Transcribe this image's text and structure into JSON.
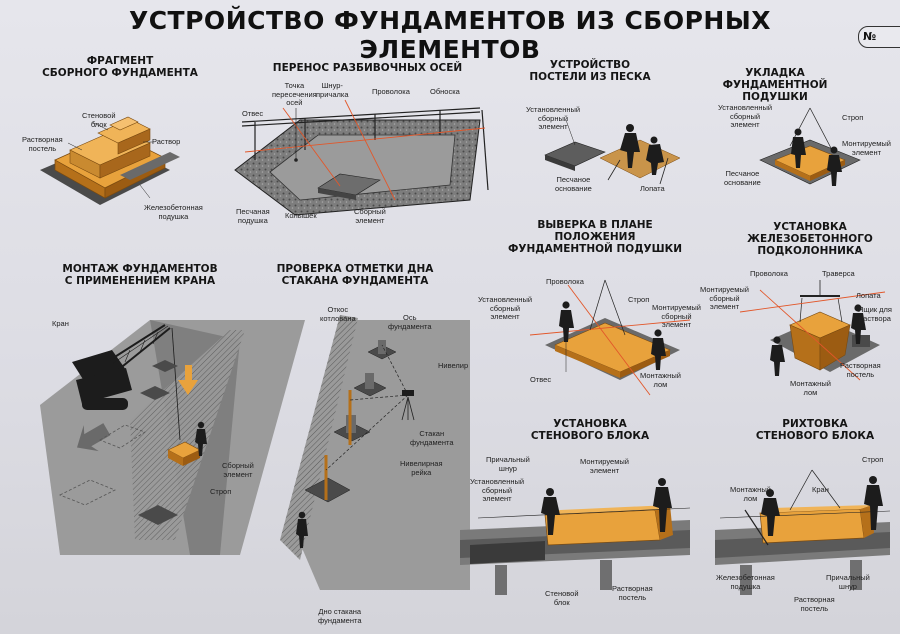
{
  "header": {
    "title": "УСТРОЙСТВО ФУНДАМЕНТОВ ИЗ СБОРНЫХ ЭЛЕМЕНТОВ",
    "plate": "№"
  },
  "sections": {
    "fragment": {
      "title": [
        "ФРАГМЕНТ",
        "СБОРНОГО ФУНДАМЕНТА"
      ],
      "labels": {
        "wall_block": [
          "Стеновой",
          "блок"
        ],
        "mortar_bed": [
          "Растворная",
          "постель"
        ],
        "mortar": "Раствор",
        "rc_pad": [
          "Железобетонная",
          "подушка"
        ]
      }
    },
    "axes": {
      "title": "ПЕРЕНОС РАЗБИВОЧНЫХ ОСЕЙ",
      "labels": {
        "axis_point": [
          "Точка",
          "пересечения",
          "осей"
        ],
        "cord": [
          "Шнур-",
          "причалка"
        ],
        "wire": "Проволока",
        "batter": "Обноска",
        "plumb": "Отвес",
        "sand_cushion": [
          "Песчаная",
          "подушка"
        ],
        "peg": "Колышек",
        "element": [
          "Сборный",
          "элемент"
        ]
      }
    },
    "sand_bed": {
      "title": [
        "УСТРОЙСТВО",
        "ПОСТЕЛИ ИЗ ПЕСКА"
      ],
      "labels": {
        "installed": [
          "Установленный",
          "сборный",
          "элемент"
        ],
        "sand_base": [
          "Песчаное",
          "основание"
        ],
        "shovel": "Лопата"
      }
    },
    "pad_laying": {
      "title": [
        "УКЛАДКА",
        "ФУНДАМЕНТНОЙ ПОДУШКИ"
      ],
      "labels": {
        "installed": [
          "Установленный",
          "сборный",
          "элемент"
        ],
        "sling": "Строп",
        "mounted": [
          "Монтируемый",
          "элемент"
        ],
        "sand_base": [
          "Песчаное",
          "основание"
        ]
      }
    },
    "crane": {
      "title": [
        "МОНТАЖ ФУНДАМЕНТОВ",
        "С ПРИМЕНЕНИЕМ КРАНА"
      ],
      "labels": {
        "crane": "Кран",
        "element": [
          "Сборный",
          "элемент"
        ],
        "sling": "Строп"
      }
    },
    "level_check": {
      "title": [
        "ПРОВЕРКА ОТМЕТКИ ДНА",
        "СТАКАНА ФУНДАМЕНТА"
      ],
      "labels": {
        "slope": [
          "Откос",
          "котлована"
        ],
        "axis": [
          "Ось",
          "фундамента"
        ],
        "level": "Нивелир",
        "socket": [
          "Стакан",
          "фундамента"
        ],
        "rod": [
          "Нивелирная",
          "рейка"
        ],
        "bottom": [
          "Дно стакана",
          "фундамента"
        ]
      }
    },
    "alignment": {
      "title": [
        "ВЫВЕРКА В ПЛАНЕ",
        "ПОЛОЖЕНИЯ",
        "ФУНДАМЕНТНОЙ ПОДУШКИ"
      ],
      "labels": {
        "wire": "Проволока",
        "installed": [
          "Установленный",
          "сборный",
          "элемент"
        ],
        "sling": "Строп",
        "mounted": [
          "Монтируемый",
          "сборный",
          "элемент"
        ],
        "plumb": "Отвес",
        "crowbar": [
          "Монтажный",
          "лом"
        ]
      }
    },
    "column_base": {
      "title": [
        "УСТАНОВКА",
        "ЖЕЛЕЗОБЕТОННОГО",
        "ПОДКОЛОННИКА"
      ],
      "labels": {
        "wire": "Проволока",
        "traverse": "Траверса",
        "installed": [
          "Монтируемый",
          "сборный",
          "элемент"
        ],
        "shovel": "Лопата",
        "box": [
          "Ящик для",
          "раствора"
        ],
        "crowbar": [
          "Монтажный",
          "лом"
        ],
        "mortar_bed": [
          "Растворная",
          "постель"
        ]
      }
    },
    "wall_block": {
      "title": [
        "УСТАНОВКА",
        "СТЕНОВОГО БЛОКА"
      ],
      "labels": {
        "cord": [
          "Причальный",
          "шнур"
        ],
        "mounted": [
          "Монтируемый",
          "элемент"
        ],
        "installed": [
          "Установленный",
          "сборный",
          "элемент"
        ],
        "wall_block": [
          "Стеновой",
          "блок"
        ],
        "mortar_bed": [
          "Растворная",
          "постель"
        ]
      }
    },
    "adjust": {
      "title": [
        "РИХТОВКА",
        "СТЕНОВОГО БЛОКА"
      ],
      "labels": {
        "crowbar": [
          "Монтажный",
          "лом"
        ],
        "crane": "Кран",
        "sling": "Строп",
        "rc_pad": [
          "Железобетонная",
          "подушка"
        ],
        "cord": [
          "Причальный",
          "шнур"
        ],
        "mortar_bed": [
          "Растворная",
          "постель"
        ]
      }
    }
  },
  "colors": {
    "accent": "#e8a23c",
    "accent_dark": "#b5701a",
    "line_red": "#e2572a",
    "ground": "#8c8c8c",
    "figure": "#1c1c1c"
  }
}
